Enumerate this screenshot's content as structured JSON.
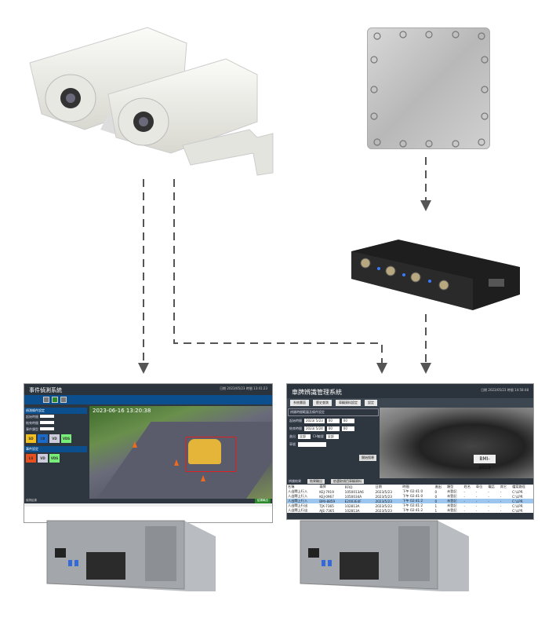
{
  "left_screen": {
    "title": "事件偵測系統",
    "header_info": "日期 2023/05/23 時間 13:41:23",
    "timestamp": "2023-06-16 13:20:38",
    "panel1_title": "偵測條件設定",
    "panel2_title": "事件設定",
    "row_labels": [
      "起始時間",
      "結束時間",
      "事件類型"
    ],
    "buttons": [
      "SD",
      "CB",
      "VD",
      "VDS"
    ],
    "buttons2": [
      "LS",
      "VD",
      "VDS"
    ],
    "table_title": "偵測結果",
    "table_button": "結果輸出"
  },
  "right_screen": {
    "title": "車牌辨識管理系統",
    "header_info": "日期 2023/05/23 時間 14:58:48",
    "tabs": [
      "系統畫面",
      "歷史查詢",
      "車輛資料設定",
      "設定"
    ],
    "form_title": "辨識時間範圍及條件設定",
    "start_label": "起始時間",
    "start_value": "2023/ 5/23",
    "end_label": "結束時間",
    "end_value": "2023/ 5/24",
    "hour_value": "00",
    "min_value": "00",
    "inout_label": "進出",
    "inout_value": "全部",
    "ch_label": "CH編號",
    "ch_value": "全部",
    "plate_label": "車號",
    "search_button": "開始搜尋",
    "plate_text": "BMI-8859",
    "results_label": "辨識結果",
    "export_button": "結果輸出",
    "select_button": "依選取項目車輛資料",
    "columns": [
      "名稱",
      "車牌",
      "RFID",
      "日期",
      "時間",
      "進出",
      "類型",
      "姓名",
      "車位",
      "電話",
      "其它",
      "檔案路徑"
    ],
    "rows": [
      [
        "人出閘上行入",
        "KEJ-7919",
        "1050013A6",
        "2023/5/23",
        "下午 02:41:0",
        "0",
        "未登記",
        "-",
        "-",
        "-",
        "-",
        "C:\\LPR"
      ],
      [
        "人出閘上行入",
        "KEJ-0967",
        "1050034A",
        "2023/5/23",
        "下午 02:41:0",
        "0",
        "未登記",
        "-",
        "-",
        "-",
        "-",
        "C:\\LPR"
      ],
      [
        "人出閘上行入",
        "BMI-8859",
        "E2003E4F",
        "2023/5/23",
        "下午 02:41:2",
        "0",
        "未登記",
        "-",
        "-",
        "-",
        "-",
        "C:\\LPR"
      ],
      [
        "人出閘上行出",
        "TJX-7365",
        "102813A",
        "2023/5/23",
        "下午 02:41:2",
        "1",
        "未登記",
        "-",
        "-",
        "-",
        "-",
        "C:\\LPR"
      ],
      [
        "人出閘上行出",
        "AJE-7365",
        "102813A",
        "2023/5/23",
        "下午 02:41:2",
        "1",
        "未登記",
        "-",
        "-",
        "-",
        "-",
        "C:\\LPR"
      ]
    ],
    "selected_row": 2
  }
}
